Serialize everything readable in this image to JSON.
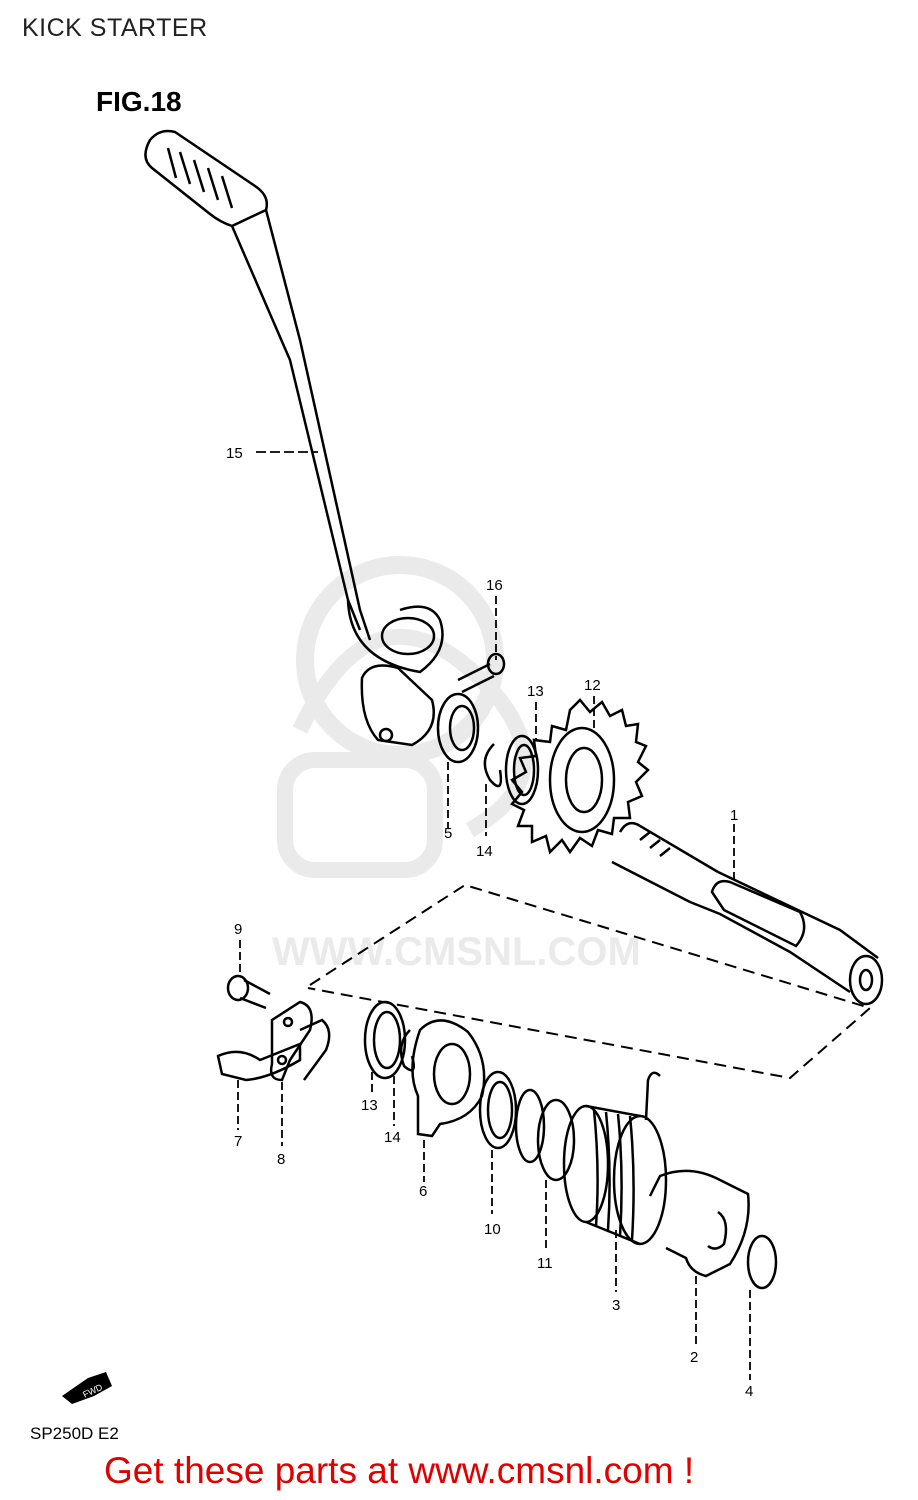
{
  "header": {
    "title": "KICK STARTER"
  },
  "figure": {
    "label": "FIG.18"
  },
  "watermark": {
    "text": "WWW.CMSNL.COM"
  },
  "fwd_marker": {
    "text": "FWD"
  },
  "callouts": {
    "p1": "1",
    "p2": "2",
    "p3": "3",
    "p4": "4",
    "p5": "5",
    "p6": "6",
    "p7": "7",
    "p8": "8",
    "p9": "9",
    "p10": "10",
    "p11": "11",
    "p12": "12",
    "p13a": "13",
    "p13b": "13",
    "p14a": "14",
    "p14b": "14",
    "p15": "15",
    "p16": "16"
  },
  "footer": {
    "model_code": "SP250D E2",
    "cta": "Get these parts at www.cmsnl.com !"
  },
  "colors": {
    "line": "#000000",
    "watermark": "#d9d9d9",
    "cta": "#e00000"
  }
}
